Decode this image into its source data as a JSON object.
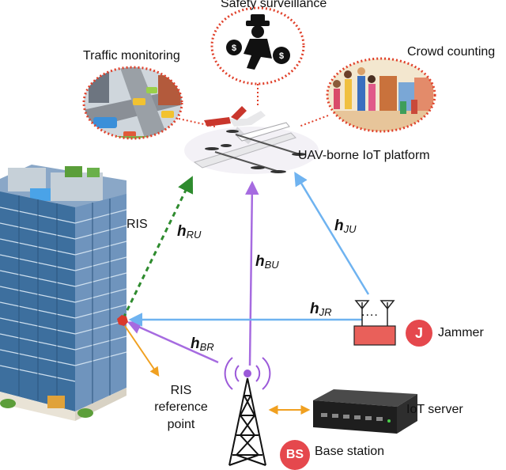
{
  "labels": {
    "safety": "Safety surveillance",
    "traffic": "Traffic monitoring",
    "crowd": "Crowd counting",
    "uav": "UAV-borne IoT platform",
    "ris": "RIS",
    "ris_ref_1": "RIS",
    "ris_ref_2": "reference",
    "ris_ref_3": "point",
    "jammer": "Jammer",
    "iot_server": "IoT server",
    "base_station": "Base station"
  },
  "badges": {
    "jammer": "J",
    "base_station": "BS"
  },
  "channels": {
    "ru": {
      "main": "h",
      "sub": "RU"
    },
    "bu": {
      "main": "h",
      "sub": "BU"
    },
    "ju": {
      "main": "h",
      "sub": "JU"
    },
    "jr": {
      "main": "h",
      "sub": "JR"
    },
    "br": {
      "main": "h",
      "sub": "BR"
    }
  },
  "jammer_dots": "....",
  "colors": {
    "ris_to_uav": "#2e8b2e",
    "base_station_link": "#a66be0",
    "jammer_link": "#6fb3f0",
    "ris_reference": "#f0a020",
    "dotted_circle": "#e0402a",
    "badge": "#e5484d"
  }
}
